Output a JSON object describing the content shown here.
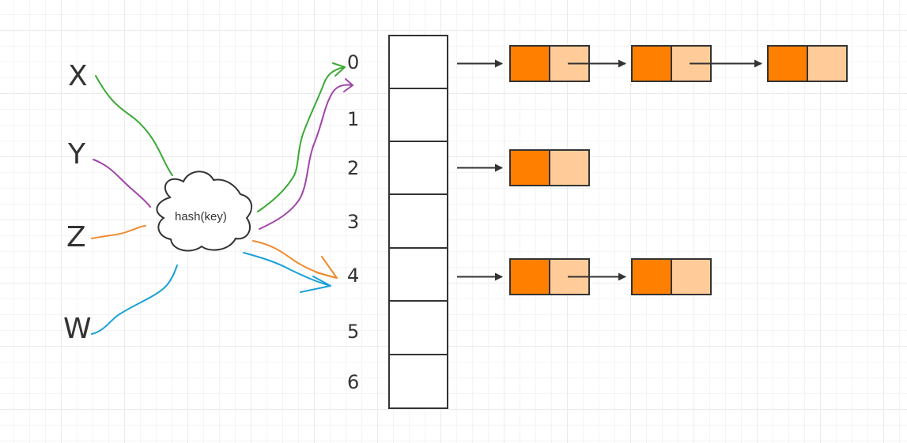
{
  "keys": [
    "X",
    "Y",
    "Z",
    "W"
  ],
  "hash_label": "hash(key)",
  "indices": [
    "0",
    "1",
    "2",
    "3",
    "4",
    "5",
    "6"
  ],
  "chains": [
    {
      "bucket": 0,
      "nodes": 3
    },
    {
      "bucket": 2,
      "nodes": 1
    },
    {
      "bucket": 4,
      "nodes": 2
    }
  ],
  "colors": {
    "x_line": "#3aaa35",
    "y_line": "#a044a8",
    "z_line": "#f08a30",
    "w_line": "#1aa0d8",
    "node_key": "#ff7f00",
    "node_val": "#ffcc99",
    "outline": "#333333"
  },
  "icons": [
    "cloud-shape",
    "arrow-right-icon"
  ]
}
